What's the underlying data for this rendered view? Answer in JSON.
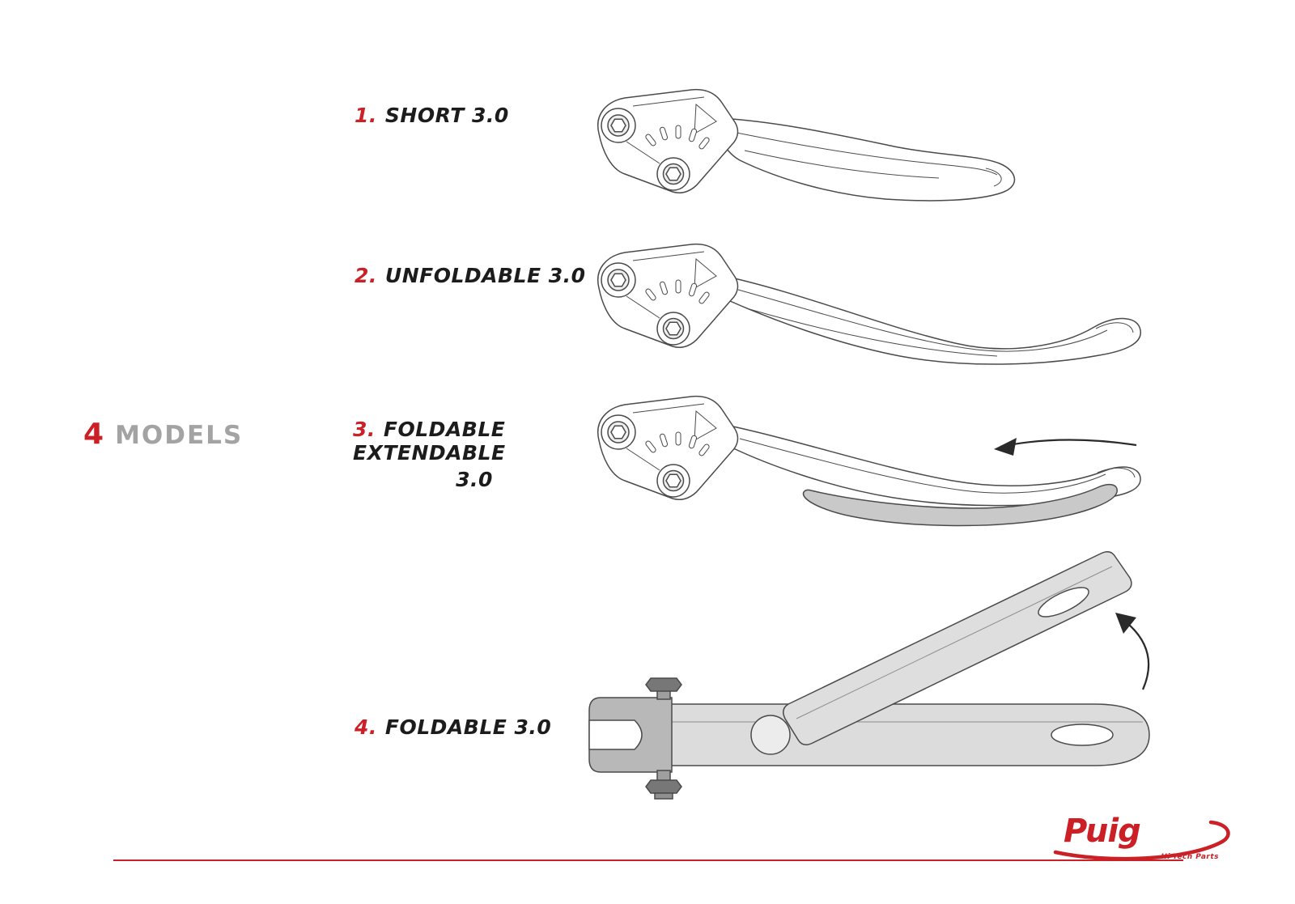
{
  "colors": {
    "accent": "#cc2027",
    "models_gray": "#a3a3a3",
    "sketch_line": "#4a4a4a",
    "shade_gray": "#c9c9c9"
  },
  "heading": {
    "models_count": "4",
    "models_label": "MODELS"
  },
  "items": [
    {
      "num": "1.",
      "label": "SHORT 3.0",
      "label_line2": ""
    },
    {
      "num": "2.",
      "label": "UNFOLDABLE 3.0",
      "label_line2": ""
    },
    {
      "num": "3.",
      "label": "FOLDABLE EXTENDABLE",
      "label_line2": "3.0"
    },
    {
      "num": "4.",
      "label": "FOLDABLE 3.0",
      "label_line2": ""
    }
  ],
  "logo": {
    "brand": "Puig",
    "tagline": "Hi-Tech Parts"
  }
}
